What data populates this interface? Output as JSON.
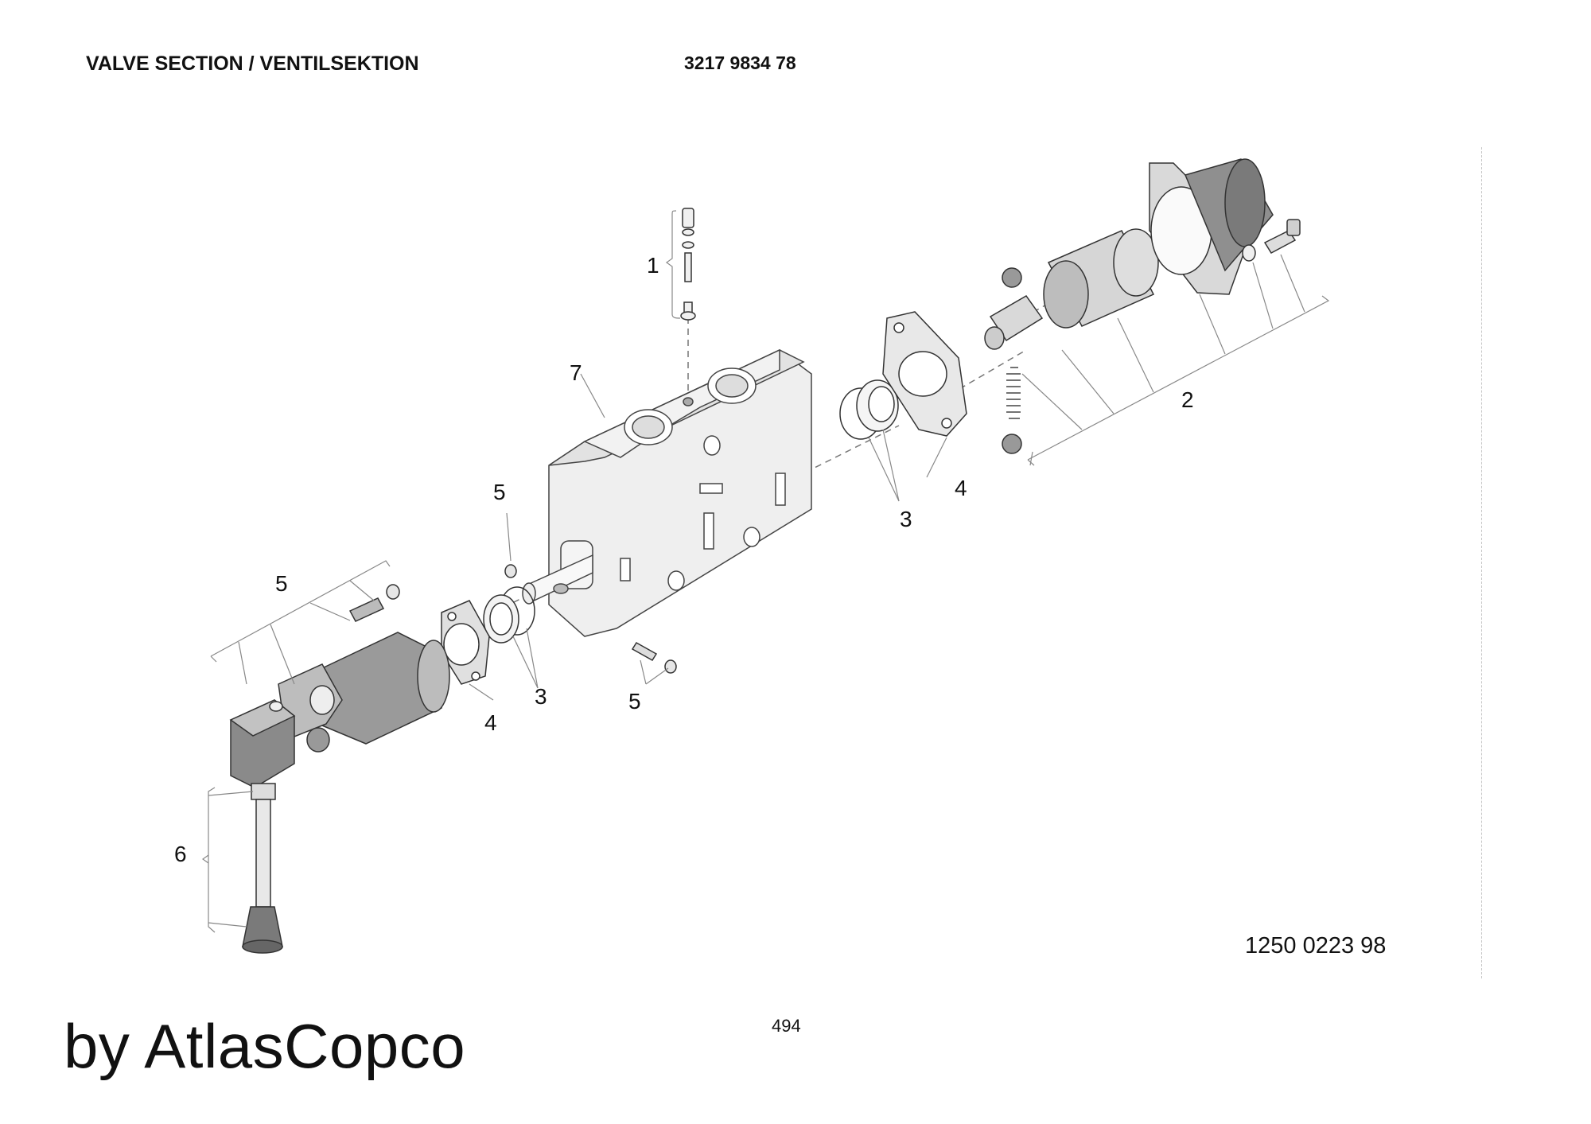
{
  "header": {
    "title": "VALVE SECTION / VENTILSEKTION",
    "part_number": "3217 9834 78"
  },
  "callouts": [
    "1",
    "2",
    "3",
    "3",
    "4",
    "4",
    "5",
    "5",
    "5",
    "6",
    "7"
  ],
  "drawing_number": "1250 0223 98",
  "page_number": "494",
  "brand": "by AtlasCopco"
}
